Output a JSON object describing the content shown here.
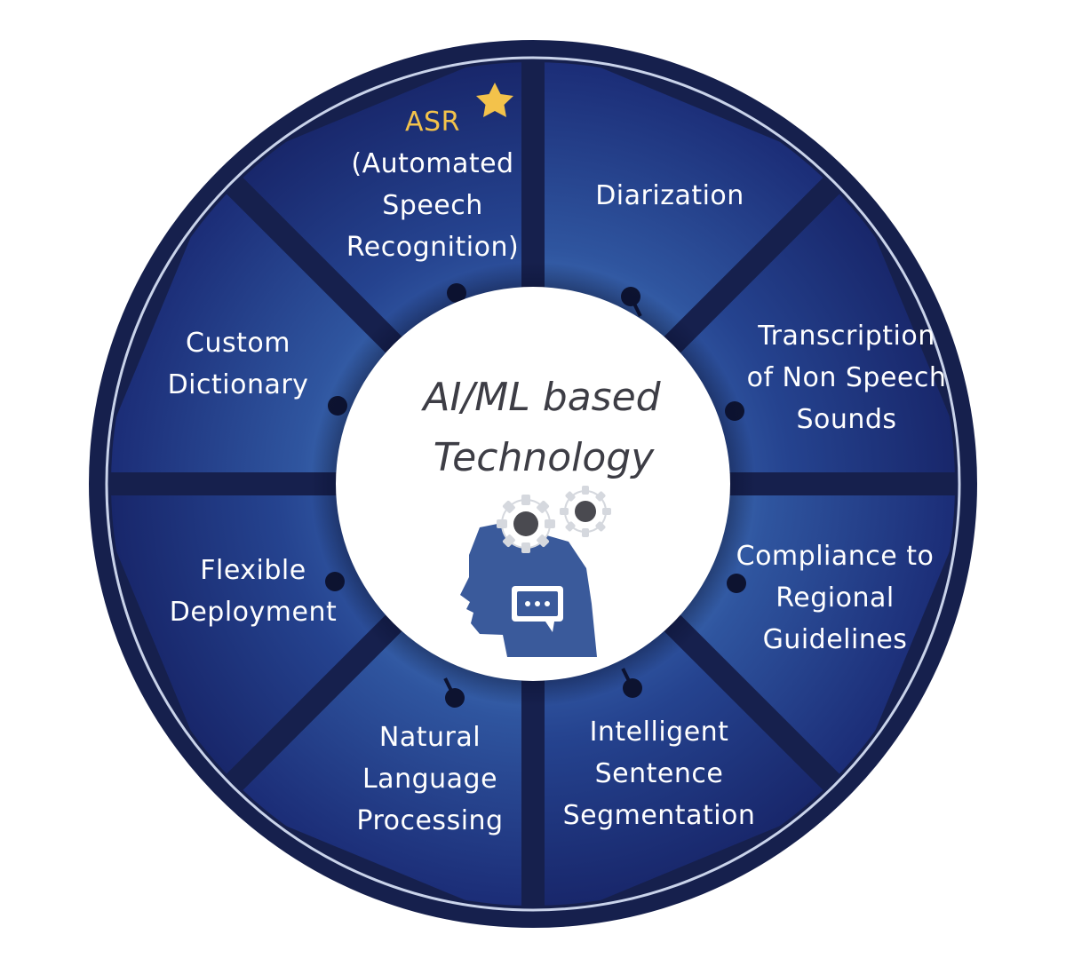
{
  "center": {
    "title_line1": "AI/ML based",
    "title_line2": "Technology",
    "icon": "ai-head-gears-icon"
  },
  "colors": {
    "outer_ring": "#16204d",
    "segment_dark": "#1d2f7a",
    "segment_light": "#4d7fc4",
    "highlight": "#f3c24b",
    "center_text": "#3d3d45",
    "head_icon": "#3a5a9b"
  },
  "segments": [
    {
      "name": "segment-asr",
      "lines": [
        "ASR",
        "(Automated",
        "Speech",
        "Recognition)"
      ],
      "highlight_first_line": true,
      "starred": true
    },
    {
      "name": "segment-diarization",
      "lines": [
        "Diarization"
      ]
    },
    {
      "name": "segment-transcription-non-speech",
      "lines": [
        "Transcription",
        "of Non Speech",
        "Sounds"
      ]
    },
    {
      "name": "segment-compliance",
      "lines": [
        "Compliance to",
        "Regional",
        "Guidelines"
      ]
    },
    {
      "name": "segment-intelligent-segmentation",
      "lines": [
        "Intelligent",
        "Sentence",
        "Segmentation"
      ]
    },
    {
      "name": "segment-nlp",
      "lines": [
        "Natural",
        "Language",
        "Processing"
      ]
    },
    {
      "name": "segment-flexible-deployment",
      "lines": [
        "Flexible",
        "Deployment"
      ]
    },
    {
      "name": "segment-custom-dictionary",
      "lines": [
        "Custom",
        "Dictionary"
      ]
    }
  ]
}
